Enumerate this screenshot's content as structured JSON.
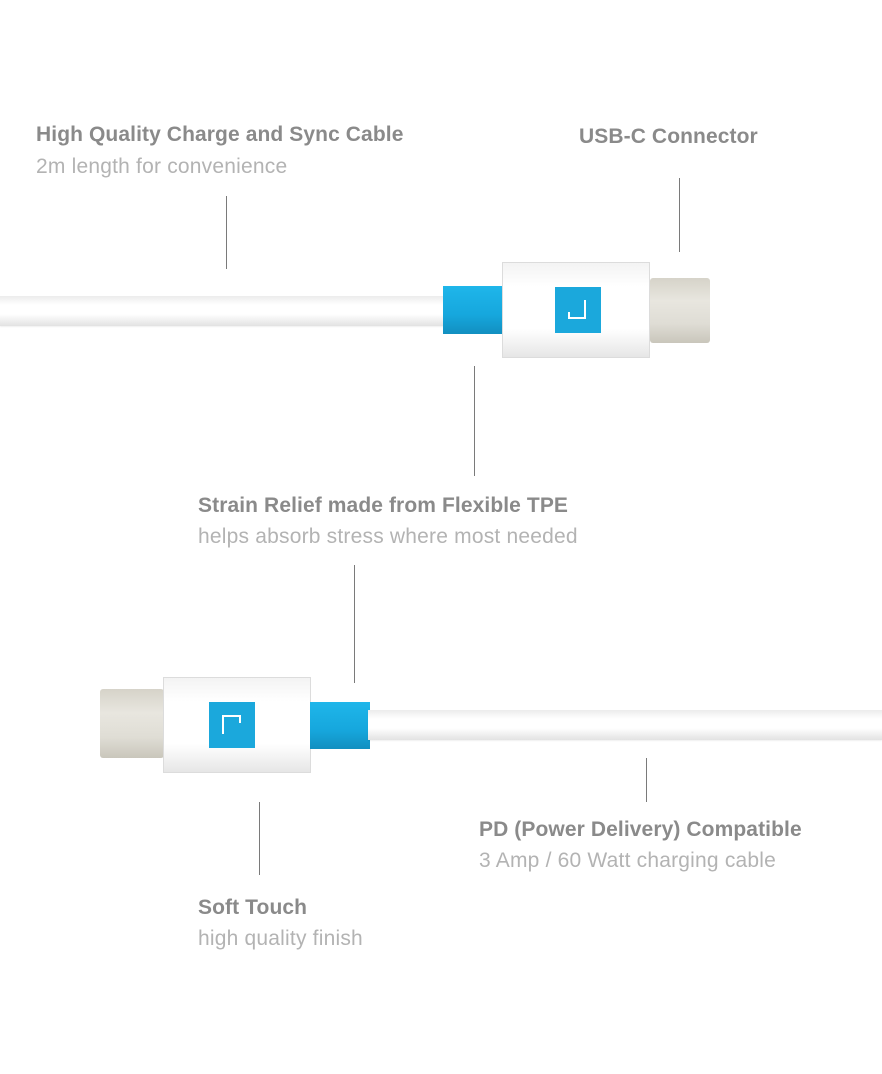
{
  "labels": {
    "cable": {
      "title": "High Quality Charge and Sync Cable",
      "subtitle": "2m length for convenience"
    },
    "connector": {
      "title": "USB-C Connector"
    },
    "strain_relief": {
      "title": "Strain Relief made from Flexible TPE",
      "subtitle": "helps absorb stress where most needed"
    },
    "power_delivery": {
      "title": "PD (Power Delivery) Compatible",
      "subtitle": "3 Amp / 60 Watt charging cable"
    },
    "soft_touch": {
      "title": "Soft Touch",
      "subtitle": "high quality finish"
    }
  },
  "colors": {
    "accent_blue": "#1ba8dc",
    "title_gray": "#8a8a8a",
    "subtitle_gray": "#b3b3b3",
    "connector_metal": "#dfddd5"
  },
  "icons": {
    "brand_logo": "brand-logo-icon"
  }
}
